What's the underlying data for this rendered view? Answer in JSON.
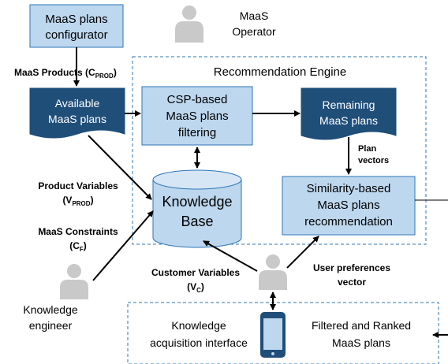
{
  "nodes": {
    "configurator": {
      "line1": "MaaS plans",
      "line2": "configurator"
    },
    "operator": {
      "line1": "MaaS",
      "line2": "Operator"
    },
    "engine_title": "Recommendation Engine",
    "available": {
      "line1": "Available",
      "line2": "MaaS plans"
    },
    "csp": {
      "line1": "CSP-based",
      "line2": "MaaS plans",
      "line3": "filtering"
    },
    "remaining": {
      "line1": "Remaining",
      "line2": "MaaS plans"
    },
    "knowledge_base": {
      "line1": "Knowledge",
      "line2": "Base"
    },
    "similarity": {
      "line1": "Similarity-based",
      "line2": "MaaS plans",
      "line3": "recommendation"
    },
    "knowledge_engineer": {
      "line1": "Knowledge",
      "line2": "engineer"
    },
    "acquisition": {
      "line1": "Knowledge",
      "line2": "acquisition interface"
    },
    "filtered": {
      "line1": "Filtered and Ranked",
      "line2": "MaaS plans"
    }
  },
  "edge_labels": {
    "maas_products": {
      "main": "MaaS Products (C",
      "sub": "PROD",
      "end": ")"
    },
    "plan_vectors": {
      "line1": "Plan",
      "line2": "vectors"
    },
    "product_variables": {
      "line1": "Product  Variables",
      "main": "(V",
      "sub": "PROD",
      "end": ")"
    },
    "maas_constraints": {
      "line1": "MaaS Constraints",
      "main": "(C",
      "sub": "F",
      "end": ")"
    },
    "customer_variables": {
      "line1": "Customer Variables",
      "main": "(V",
      "sub": "C",
      "end": ")"
    },
    "user_preferences": {
      "line1": "User preferences",
      "line2": "vector"
    }
  },
  "icons": [
    "person-icon",
    "smartphone-icon",
    "database-icon"
  ]
}
